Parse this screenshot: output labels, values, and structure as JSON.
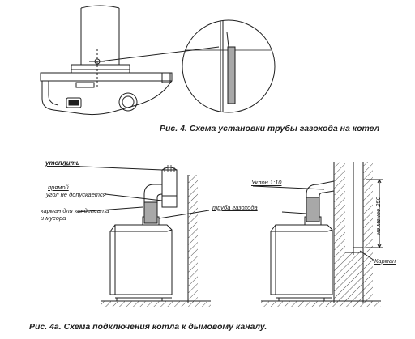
{
  "figure_4": {
    "caption": "Рис. 4. Схема установки трубы газохода на котел"
  },
  "figure_4a": {
    "caption": "Рис. 4а. Схема подключения котла к дымовому каналу.",
    "labels": {
      "insulate": "утеплить",
      "right_angle_line1": "прямой",
      "right_angle_line2": "угол не допускается",
      "pocket_line1": "карман для конденсата",
      "pocket_line2": "и мусора",
      "flue_pipe": "труба газохода",
      "slope": "Уклон 1:10",
      "min_height": "не менее 250",
      "pocket": "Карман"
    }
  },
  "colors": {
    "line": "#1e1e1e",
    "pipe_fill": "#a8a8a8",
    "hatch": "#555555"
  }
}
